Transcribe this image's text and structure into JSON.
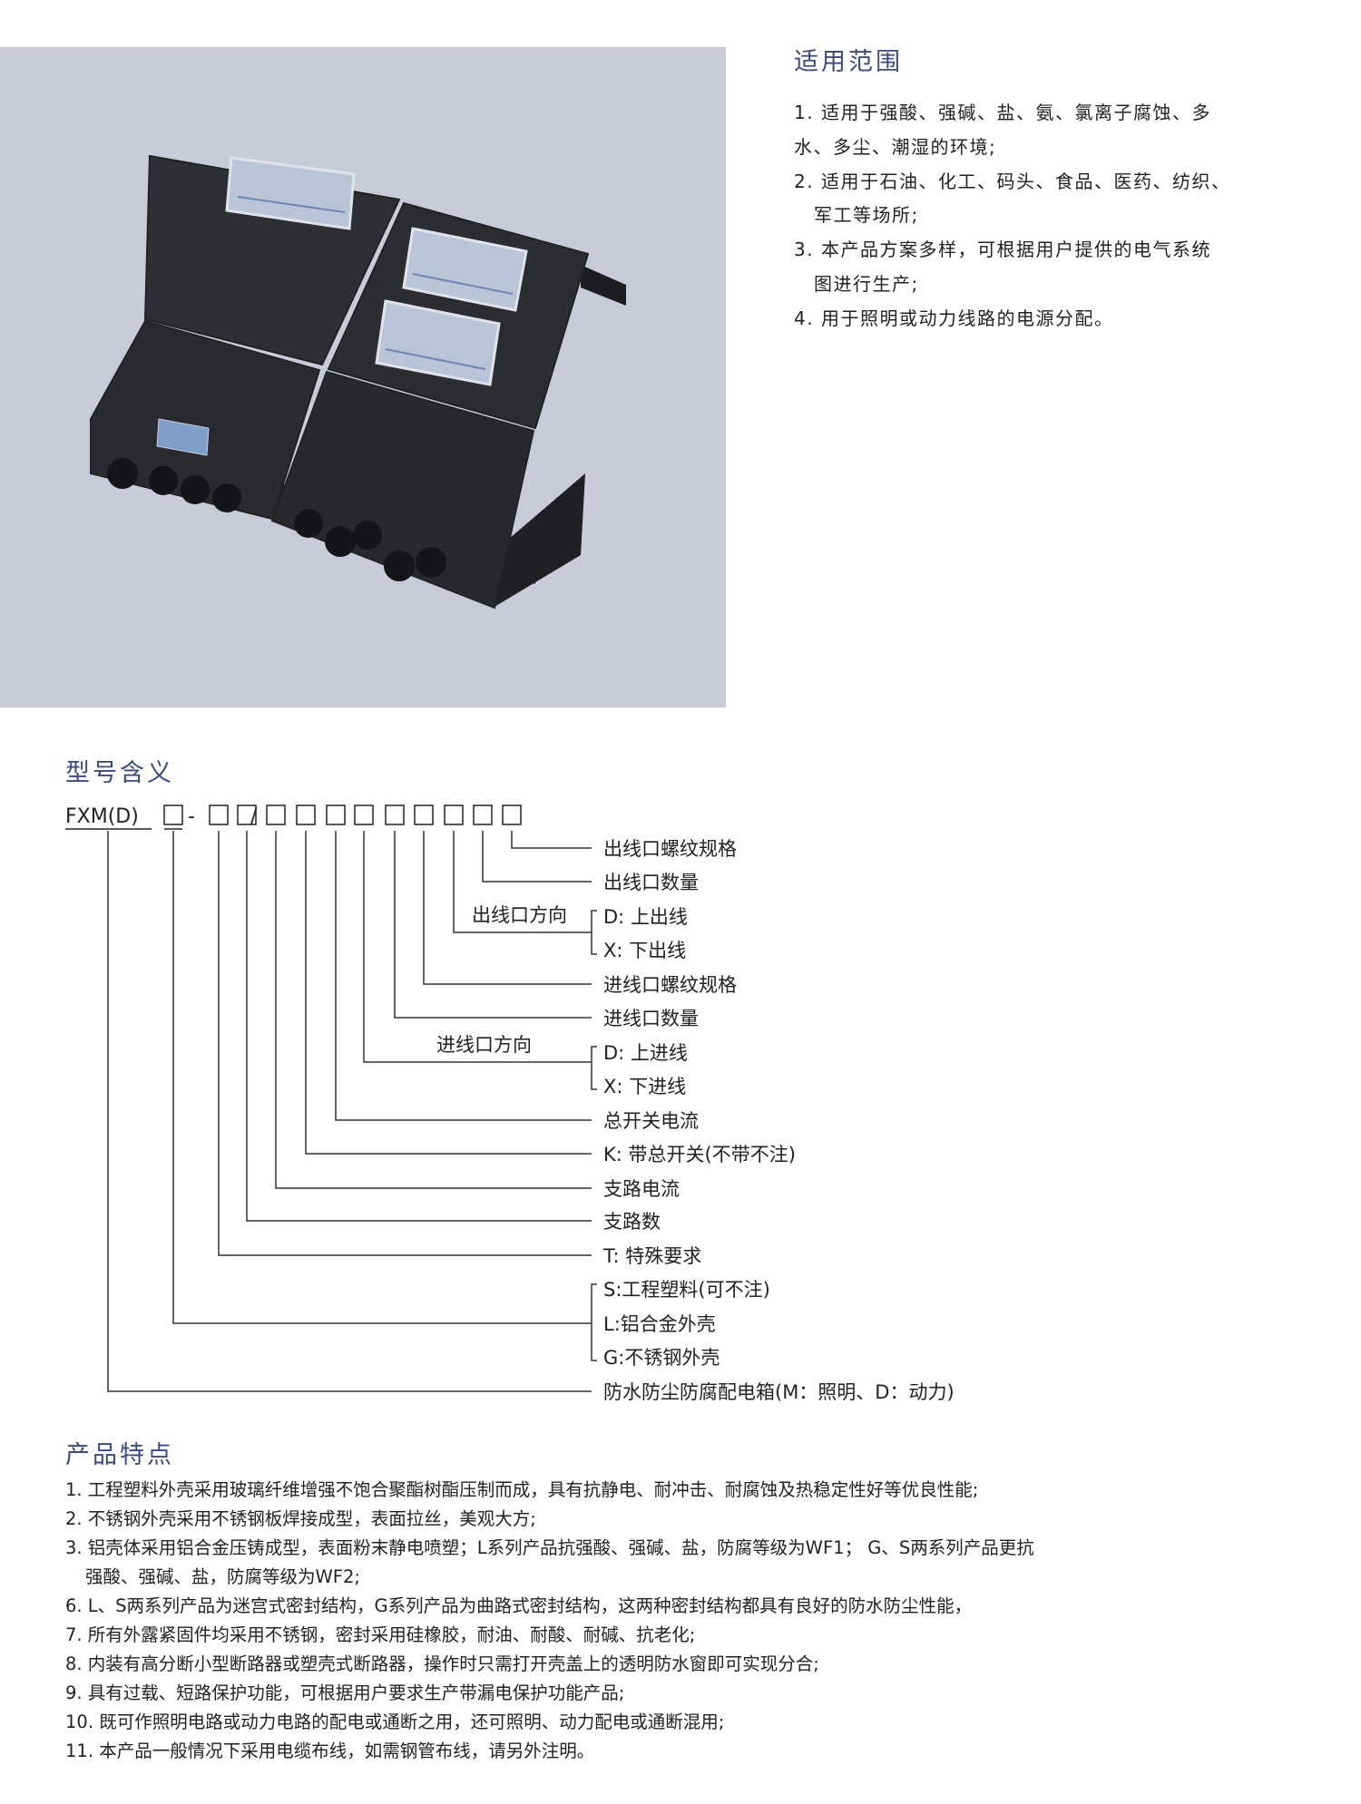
{
  "scope": {
    "title": "适用范围",
    "lines": [
      "1. 适用于强酸、强碱、盐、氨、氯离子腐蚀、多",
      "水、多尘、潮湿的环境;",
      "2. 适用于石油、化工、码头、食品、医药、纺织、",
      "军工等场所;",
      "3. 本产品方案多样，可根据用户提供的电气系统",
      "图进行生产;",
      "4. 用于照明或动力线路的电源分配。"
    ]
  },
  "model": {
    "title": "型号含义",
    "prefix": "FXM(D)",
    "dash": "-",
    "slash": "/",
    "out_dir_label": "出线口方向",
    "in_dir_label": "进线口方向",
    "labels": [
      "出线口螺纹规格",
      "出线口数量",
      "D: 上出线",
      "X: 下出线",
      "进线口螺纹规格",
      "进线口数量",
      "D: 上进线",
      "X: 下进线",
      "总开关电流",
      "K: 带总开关(不带不注)",
      "支路电流",
      "支路数",
      "T: 特殊要求",
      "S:工程塑料(可不注)",
      "L:铝合金外壳",
      "G:不锈钢外壳",
      "防水防尘防腐配电箱(M：照明、D：动力)"
    ]
  },
  "features": {
    "title": "产品特点",
    "lines": [
      "1. 工程塑料外壳采用玻璃纤维增强不饱合聚酯树酯压制而成，具有抗静电、耐冲击、耐腐蚀及热稳定性好等优良性能;",
      "2. 不锈钢外壳采用不锈钢板焊接成型，表面拉丝，美观大方;",
      "3. 铝壳体采用铝合金压铸成型，表面粉末静电喷塑；L系列产品抗强酸、强碱、盐，防腐等级为WF1； G、S两系列产品更抗",
      "强酸、强碱、盐，防腐等级为WF2;",
      "6. L、S两系列产品为迷宫式密封结构，G系列产品为曲路式密封结构，这两种密封结构都具有良好的防水防尘性能，",
      "7. 所有外露紧固件均采用不锈钢，密封采用硅橡胶，耐油、耐酸、耐碱、抗老化;",
      "8. 内装有高分断小型断路器或塑壳式断路器，操作时只需打开壳盖上的透明防水窗即可实现分合;",
      "9. 具有过载、短路保护功能，可根据用户要求生产带漏电保护功能产品;",
      "10. 既可作照明电路或动力电路的配电或通断之用，还可照明、动力配电或通断混用;",
      "11. 本产品一般情况下采用电缆布线，如需钢管布线，请另外注明。"
    ]
  },
  "colors": {
    "heading": "#3b4c7c",
    "photo_bg": "#c9ccd8"
  }
}
